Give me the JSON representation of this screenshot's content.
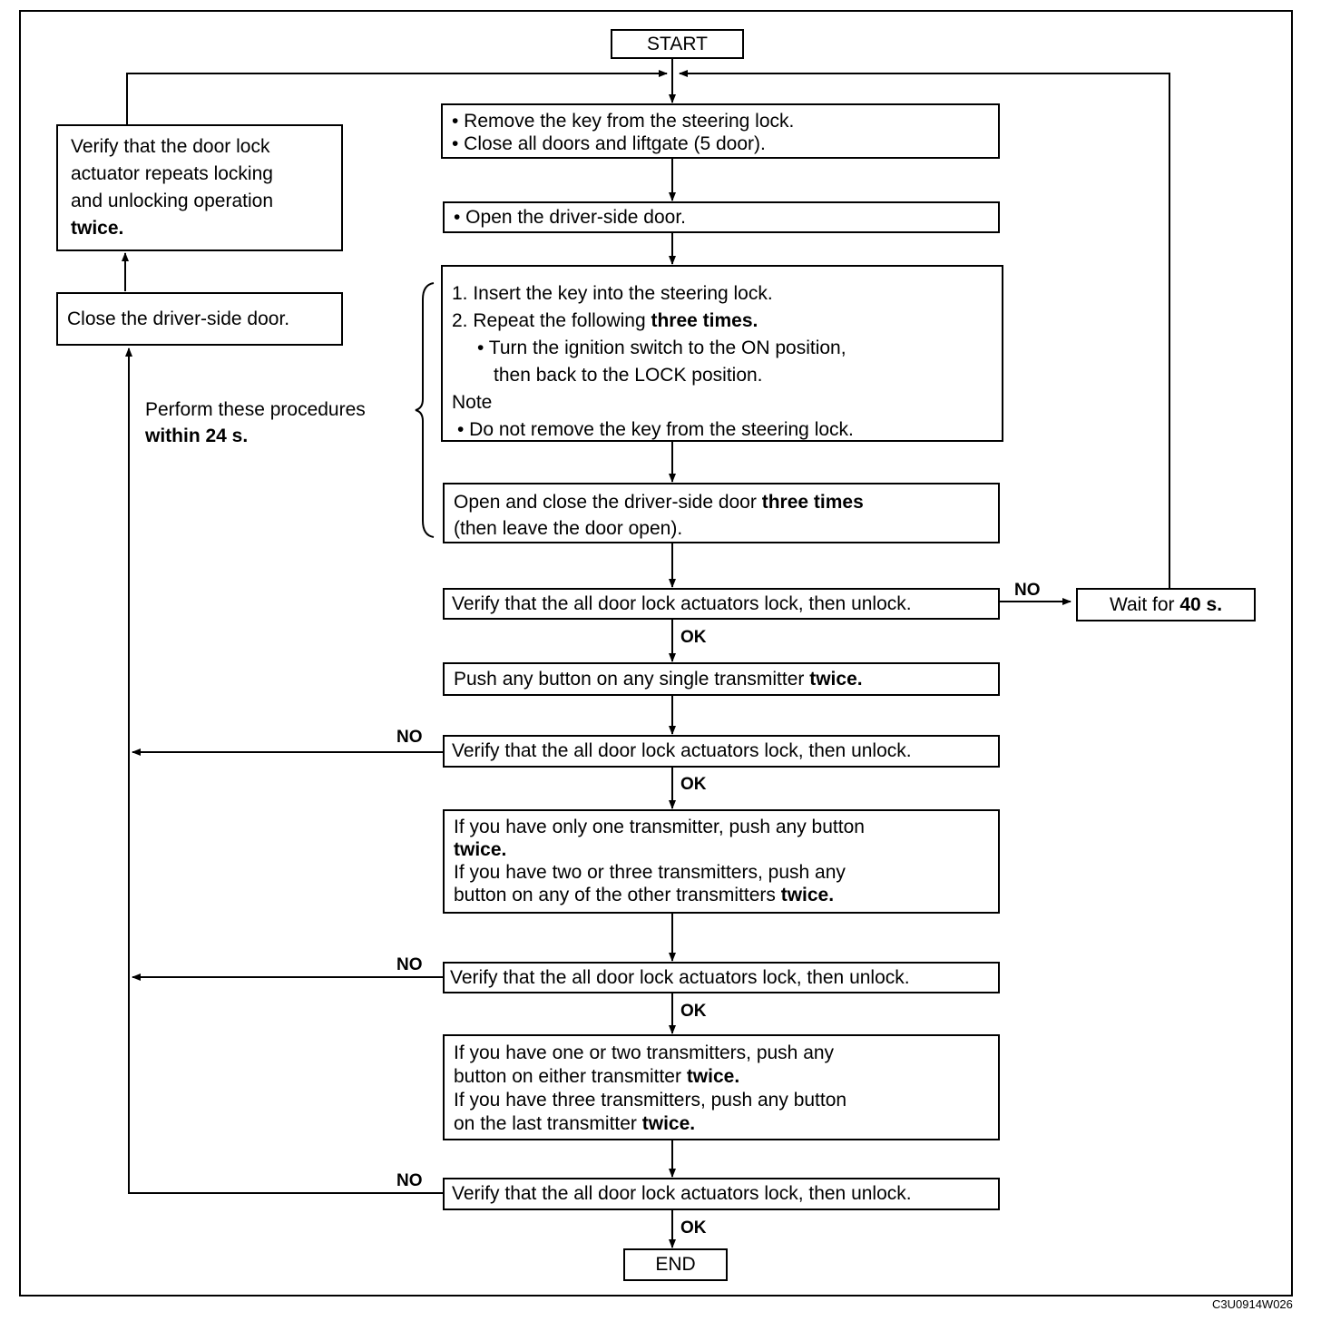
{
  "start": "START",
  "end": "END",
  "figure_code": "C3U0914W026",
  "verify_text": "Verify that the all door lock actuators lock, then unlock.",
  "labels": {
    "no": "NO",
    "ok": "OK"
  },
  "step1": {
    "line1": "• Remove the key from  the steering lock.",
    "line2": "• Close all doors and liftgate (5 door)."
  },
  "step2": "• Open the driver-side door.",
  "step3": {
    "line1": "1. Insert the key into the steering lock.",
    "line2": "2. Repeat the following ",
    "line2_bold": "three times.",
    "line3": "• Turn the ignition switch to the ON position,",
    "line4": "then back to the LOCK position.",
    "note": "Note",
    "line5": "• Do not remove the key from the steering lock."
  },
  "step4": {
    "line1": "Open and close the driver-side door ",
    "line1_bold": "three times",
    "line2": "(then leave the door open)."
  },
  "wait": {
    "text": "Wait for ",
    "bold": "40 s."
  },
  "step5": {
    "text": "Push any button on any single transmitter ",
    "bold": "twice."
  },
  "step6": {
    "line1": "If you have only one transmitter, push any button",
    "line2_bold": "twice.",
    "line3": "If you have two or three transmitters, push any",
    "line4": "button on any of the other transmitters ",
    "line4_bold": "twice."
  },
  "step7": {
    "line1": "If you have one or two transmitters, push any",
    "line2": "button on either transmitter ",
    "line2_bold": "twice.",
    "line3": "If you have three transmitters, push any button",
    "line4": "on the last transmitter ",
    "line4_bold": "twice."
  },
  "close_door": "Close the driver-side door.",
  "verify_repeat": {
    "line1": "Verify that the door lock",
    "line2": "actuator repeats locking",
    "line3": "and unlocking operation",
    "line4_bold": "twice."
  },
  "perform": {
    "line1": "Perform these procedures",
    "line2_bold": "within 24 s."
  }
}
